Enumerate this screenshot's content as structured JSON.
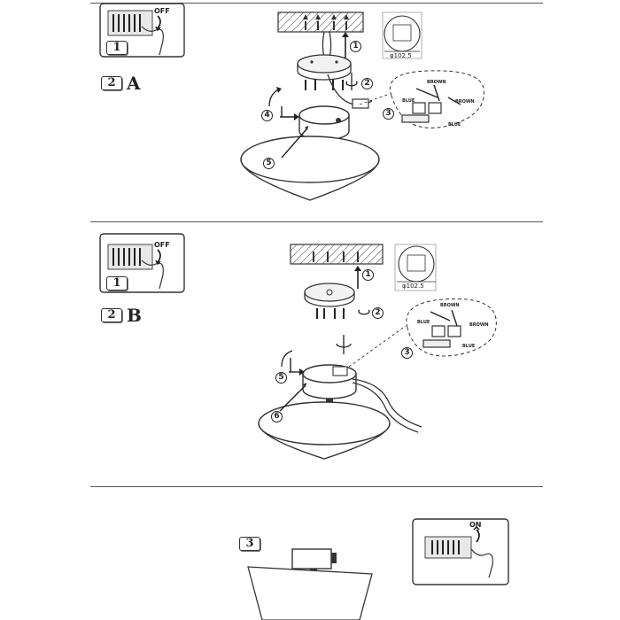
{
  "sectionA": {
    "switch_state": "OFF",
    "step1_number": "1",
    "step2_number": "2",
    "variant_letter": "A",
    "callouts": [
      "1",
      "2",
      "3",
      "4",
      "5"
    ],
    "diameter": "φ102.5",
    "wire_labels": [
      "BROWN",
      "BROWN",
      "BLUE",
      "BLUE"
    ]
  },
  "sectionB": {
    "switch_state": "OFF",
    "step1_number": "1",
    "step2_number": "2",
    "variant_letter": "B",
    "callouts": [
      "1",
      "2",
      "3",
      "5",
      "6"
    ],
    "diameter": "φ102.5",
    "wire_labels": [
      "BROWN",
      "BROWN",
      "BLUE",
      "BLUE"
    ]
  },
  "sectionC": {
    "step_number": "3",
    "switch_state": "ON"
  }
}
